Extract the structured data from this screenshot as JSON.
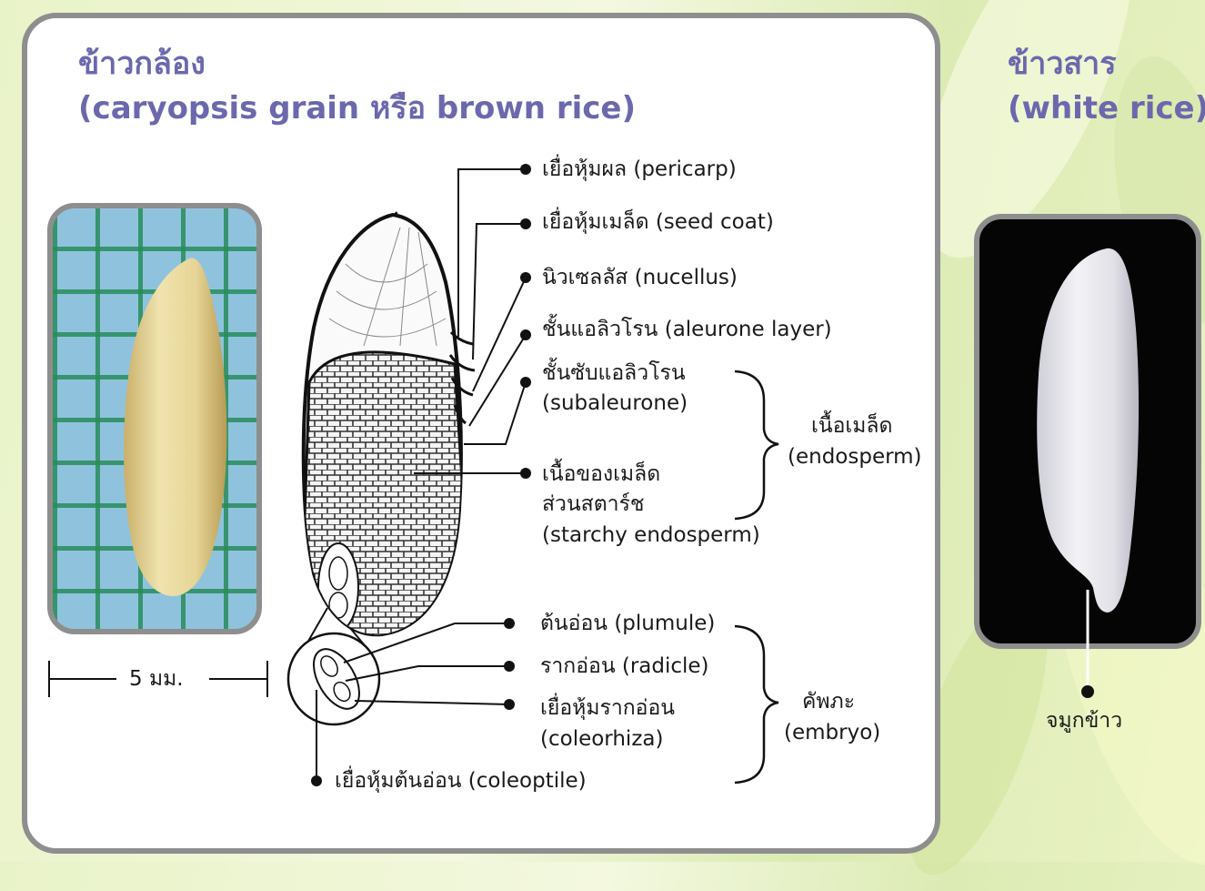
{
  "brown_rice": {
    "title_th": "ข้าวกล้อง",
    "title_en": "(caryopsis grain หรือ brown rice)",
    "scale": "5 มม."
  },
  "white_rice": {
    "title_th": "ข้าวสาร",
    "title_en": "(white rice)",
    "germ_label": "จมูกข้าว"
  },
  "parts": {
    "pericarp": "เยื่อหุ้มผล (pericarp)",
    "seed_coat": "เยื่อหุ้มเมล็ด (seed  coat)",
    "nucellus": "นิวเซลลัส (nucellus)",
    "aleurone": "ชั้นแอลิวโรน (aleurone  layer)",
    "subaleurone_th": "ชั้นซับแอลิวโรน",
    "subaleurone_en": "(subaleurone)",
    "starchy_th1": "เนื้อของเมล็ด",
    "starchy_th2": "ส่วนสตาร์ช",
    "starchy_en": "(starchy  endosperm)",
    "plumule": "ต้นอ่อน (plumule)",
    "radicle": "รากอ่อน (radicle)",
    "coleorhiza_th": "เยื่อหุ้มรากอ่อน",
    "coleorhiza_en": "(coleorhiza)",
    "coleoptile": "เยื่อหุ้มต้นอ่อน (coleoptile)"
  },
  "groups": {
    "endosperm_th": "เนื้อเมล็ด",
    "endosperm_en": "(endosperm)",
    "embryo_th": "คัพภะ",
    "embryo_en": "(embryo)"
  },
  "colors": {
    "title": "#6b68ad",
    "frame": "#8e8e8e"
  }
}
